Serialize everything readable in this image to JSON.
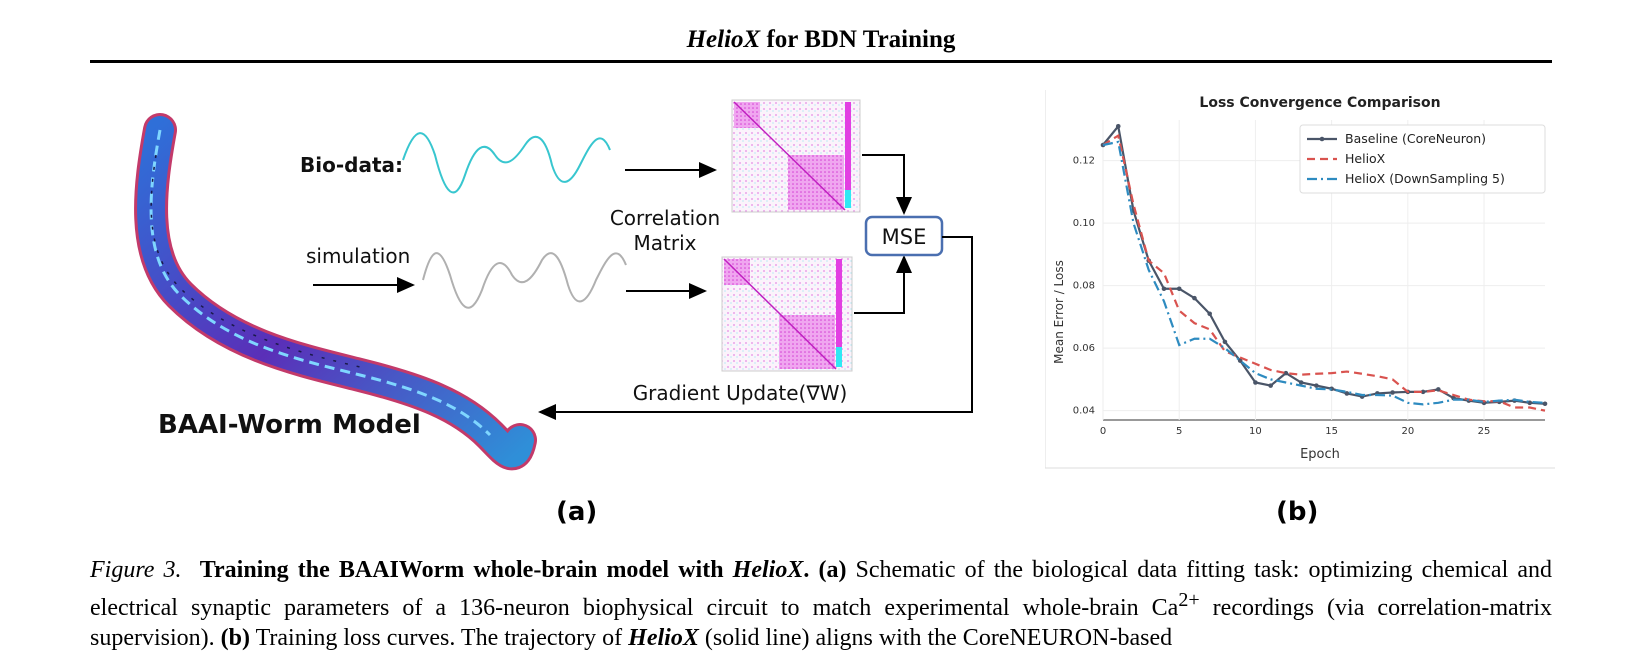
{
  "header": {
    "title_italic": "HelioX",
    "title_rest": " for BDN Training"
  },
  "panel_a": {
    "bio_label": "Bio-data:",
    "sim_label": "simulation",
    "corr_line1": "Correlation",
    "corr_line2": "Matrix",
    "mse": "MSE",
    "gradient": "Gradient Update(∇W)",
    "model": "BAAI-Worm Model",
    "sublabel": "(a)"
  },
  "panel_b": {
    "sublabel": "(b)"
  },
  "chart_data": {
    "type": "line",
    "title": "Loss Convergence Comparison",
    "xlabel": "Epoch",
    "ylabel": "Mean Error / Loss",
    "xlim": [
      0,
      29
    ],
    "ylim": [
      0.037,
      0.133
    ],
    "xticks": [
      0,
      5,
      10,
      15,
      20,
      25
    ],
    "yticks": [
      0.04,
      0.06,
      0.08,
      0.1,
      0.12
    ],
    "ytick_labels": [
      "0.04",
      "0.06",
      "0.08",
      "0.10",
      "0.12"
    ],
    "grid": true,
    "legend": "top-right",
    "series": [
      {
        "name": "Baseline (CoreNeuron)",
        "color": "#4a5568",
        "style": "solid-marker",
        "x": [
          0,
          1,
          2,
          3,
          4,
          5,
          6,
          7,
          8,
          9,
          10,
          11,
          12,
          13,
          14,
          15,
          16,
          17,
          18,
          19,
          20,
          21,
          22,
          23,
          24,
          25,
          26,
          27,
          28,
          29
        ],
        "y": [
          0.125,
          0.131,
          0.104,
          0.088,
          0.079,
          0.079,
          0.076,
          0.071,
          0.062,
          0.056,
          0.049,
          0.048,
          0.052,
          0.049,
          0.048,
          0.047,
          0.0455,
          0.0445,
          0.0455,
          0.0458,
          0.046,
          0.046,
          0.0468,
          0.044,
          0.0432,
          0.0425,
          0.0428,
          0.0432,
          0.0425,
          0.0422
        ]
      },
      {
        "name": "HelioX",
        "color": "#d9534f",
        "style": "dashed",
        "x": [
          0,
          1,
          2,
          3,
          4,
          5,
          6,
          7,
          8,
          9,
          10,
          11,
          12,
          13,
          14,
          15,
          16,
          17,
          18,
          19,
          20,
          21,
          22,
          23,
          24,
          25,
          26,
          27,
          28,
          29
        ],
        "y": [
          0.125,
          0.128,
          0.106,
          0.088,
          0.084,
          0.072,
          0.068,
          0.066,
          0.059,
          0.057,
          0.055,
          0.053,
          0.052,
          0.0515,
          0.0518,
          0.052,
          0.0525,
          0.0518,
          0.051,
          0.05,
          0.046,
          0.046,
          0.0465,
          0.045,
          0.0435,
          0.043,
          0.043,
          0.041,
          0.041,
          0.04
        ]
      },
      {
        "name": "HelioX (DownSampling 5)",
        "color": "#2e8bc0",
        "style": "dashdot",
        "x": [
          0,
          1,
          2,
          3,
          4,
          5,
          6,
          7,
          8,
          9,
          10,
          11,
          12,
          13,
          14,
          15,
          16,
          17,
          18,
          19,
          20,
          21,
          22,
          23,
          24,
          25,
          26,
          27,
          28,
          29
        ],
        "y": [
          0.125,
          0.126,
          0.1,
          0.085,
          0.075,
          0.061,
          0.063,
          0.063,
          0.06,
          0.056,
          0.052,
          0.05,
          0.049,
          0.048,
          0.047,
          0.0468,
          0.046,
          0.045,
          0.045,
          0.0448,
          0.0425,
          0.042,
          0.0425,
          0.0435,
          0.0435,
          0.0428,
          0.0432,
          0.0435,
          0.0428,
          0.0425
        ]
      }
    ]
  },
  "caption": {
    "fig": "Figure 3.",
    "bold1": "Training the BAAIWorm whole-brain model with ",
    "bold_italic": "HelioX",
    "bold2": ".",
    "a_label": "(a)",
    "text1": " Schematic of the biological data fitting task: optimizing chemical and electrical synaptic parameters of a 136-neuron biophysical circuit to match experimental whole-brain Ca",
    "sup": "2+",
    "text2": " recordings (via correlation-matrix supervision). ",
    "b_label": "(b)",
    "text3": " Training loss curves. The trajectory of ",
    "text3_italic": "HelioX",
    "text4": " (solid line) aligns with the CoreNEURON-based"
  }
}
